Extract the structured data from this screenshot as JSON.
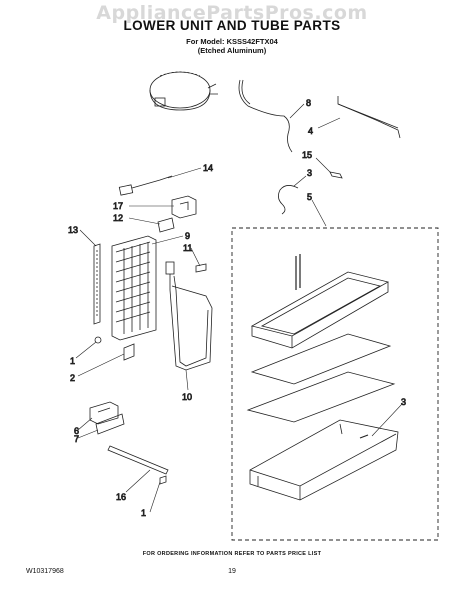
{
  "watermark": "AppliancePartsPros.com",
  "header": {
    "title": "LOWER UNIT AND TUBE PARTS",
    "model_line": "For Model: KSSS42FTX04",
    "finish_line": "(Etched Aluminum)"
  },
  "callouts": {
    "c1a": "1",
    "c1b": "1",
    "c2": "2",
    "c3a": "3",
    "c3b": "3",
    "c4": "4",
    "c5": "5",
    "c6": "6",
    "c7": "7",
    "c8": "8",
    "c9": "9",
    "c10": "10",
    "c11": "11",
    "c12": "12",
    "c13": "13",
    "c14": "14",
    "c15": "15",
    "c16": "16",
    "c17": "17"
  },
  "footer": {
    "ordering_note": "FOR ORDERING INFORMATION REFER TO PARTS PRICE LIST",
    "doc_number": "W10317968",
    "page_number": "19"
  }
}
